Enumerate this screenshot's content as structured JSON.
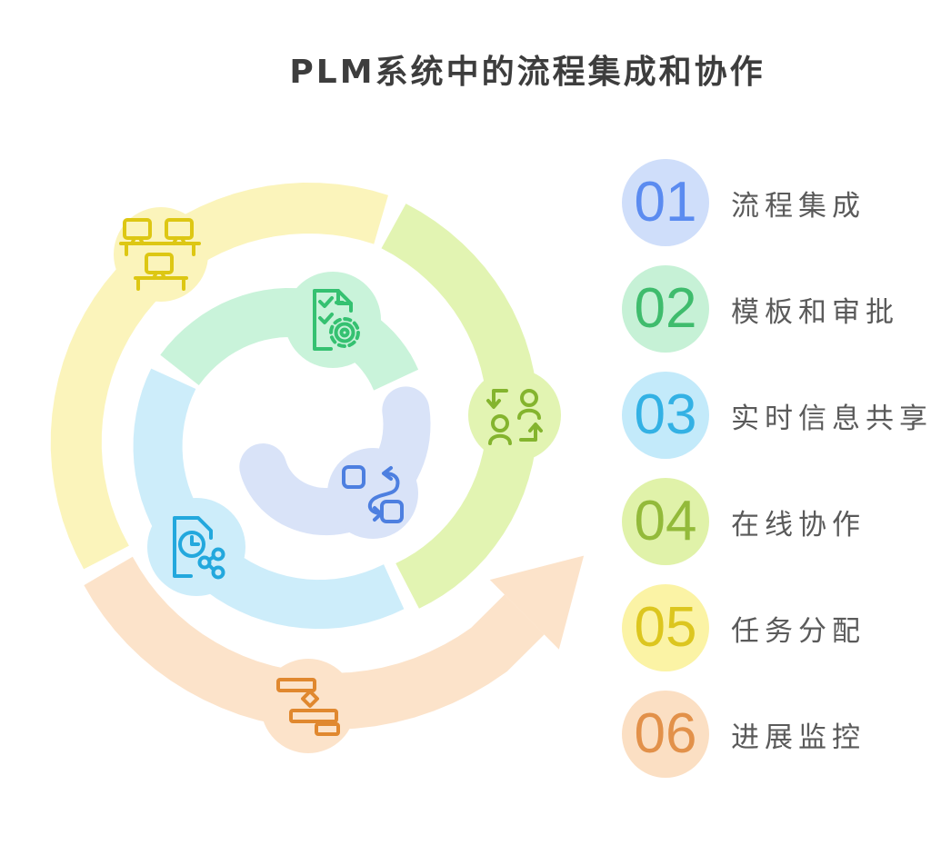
{
  "title": "PLM系统中的流程集成和协作",
  "spiral": {
    "description": "spiral-process-cycle",
    "segments": [
      {
        "id": "01",
        "label": "流程集成",
        "band_color": "#d9e3f8",
        "icon": "workflow-icon",
        "icon_color": "#4d7fe0"
      },
      {
        "id": "02",
        "label": "模板和审批",
        "band_color": "#c9f3da",
        "icon": "document-gear-icon",
        "icon_color": "#35c171"
      },
      {
        "id": "03",
        "label": "实时信息共享",
        "band_color": "#cdedfa",
        "icon": "document-clock-share-icon",
        "icon_color": "#23a8dd"
      },
      {
        "id": "04",
        "label": "在线协作",
        "band_color": "#e2f4b2",
        "icon": "people-exchange-icon",
        "icon_color": "#84b42e"
      },
      {
        "id": "05",
        "label": "任务分配",
        "band_color": "#fbf4bb",
        "icon": "workstations-icon",
        "icon_color": "#ddc713"
      },
      {
        "id": "06",
        "label": "进展监控",
        "band_color": "#fce3ca",
        "icon": "gantt-chart-icon",
        "icon_color": "#e0882f"
      }
    ]
  },
  "legend": {
    "items": [
      {
        "number": "01",
        "label": "流程集成",
        "circle_color": "#cfdefa",
        "number_color": "#5b8bf0"
      },
      {
        "number": "02",
        "label": "模板和审批",
        "circle_color": "#c6f1d6",
        "number_color": "#3fbc6d"
      },
      {
        "number": "03",
        "label": "实时信息共享",
        "circle_color": "#c3eafa",
        "number_color": "#33b1e4"
      },
      {
        "number": "04",
        "label": "在线协作",
        "circle_color": "#e0f2a9",
        "number_color": "#93ba3a"
      },
      {
        "number": "05",
        "label": "任务分配",
        "circle_color": "#fbf3a5",
        "number_color": "#dcc61f"
      },
      {
        "number": "06",
        "label": "进展监控",
        "circle_color": "#fbdfc3",
        "number_color": "#e2914a"
      }
    ]
  }
}
